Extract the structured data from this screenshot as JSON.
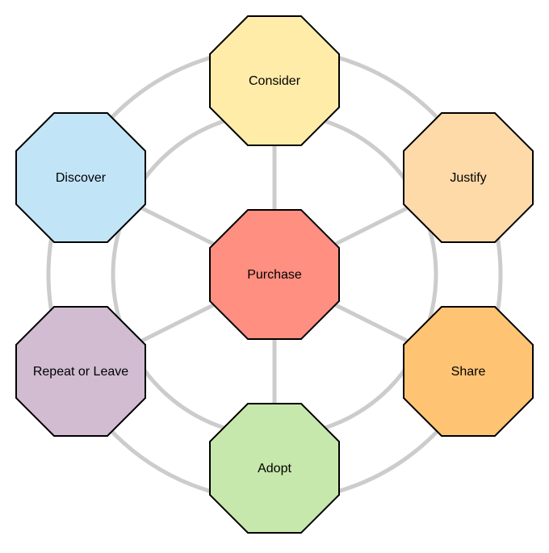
{
  "colors": {
    "connector": "#cccccc",
    "outline": "#000000",
    "background": "#ffffff"
  },
  "nodes": {
    "center": {
      "label": "Purchase",
      "color": "#ff8f80"
    },
    "consider": {
      "label": "Consider",
      "color": "#ffeca9"
    },
    "justify": {
      "label": "Justify",
      "color": "#ffdaa9"
    },
    "share": {
      "label": "Share",
      "color": "#ffc374"
    },
    "adopt": {
      "label": "Adopt",
      "color": "#c7e8ac"
    },
    "repeat": {
      "label": "Repeat or Leave",
      "color": "#d1bcd2"
    },
    "discover": {
      "label": "Discover",
      "color": "#c1e4f7"
    }
  }
}
